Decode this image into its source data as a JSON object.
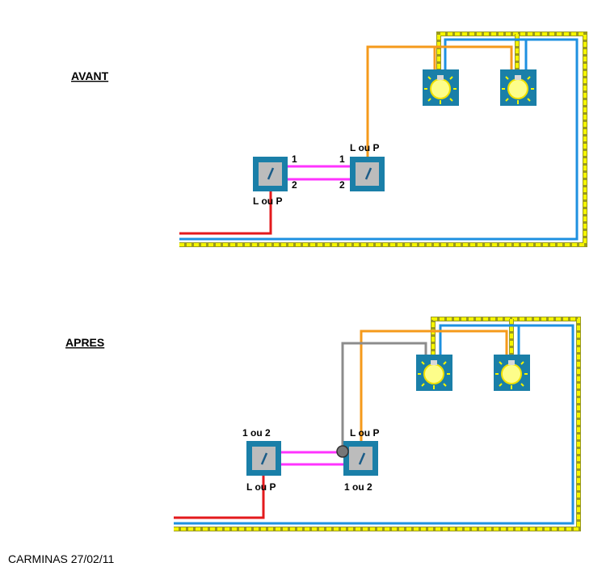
{
  "avant": {
    "title": "AVANT",
    "switch_left_label": "L ou P",
    "switch_right_label": "L ou P",
    "terminal_1_left": "1",
    "terminal_2_left": "2",
    "terminal_1_right": "1",
    "terminal_2_right": "2"
  },
  "apres": {
    "title": "APRES",
    "switch_left_top_label": "1 ou 2",
    "switch_left_bottom_label": "L ou P",
    "switch_right_top_label": "L ou P",
    "switch_right_bottom_label": "1 ou 2"
  },
  "author": "CARMINAS 27/02/11",
  "colors": {
    "phase": "#e31a1c",
    "neutral": "#1e90e0",
    "return": "#f59a1b",
    "traveler": "#ff33ff",
    "earth_yellow": "#f5f500",
    "earth_green": "#9a9a20",
    "grey_wire": "#8c8c8c",
    "box_blue": "#1a7fa8",
    "box_inner": "#bcbcbc"
  },
  "icons": [
    "switch-icon",
    "lamp-icon",
    "junction-dot-icon"
  ]
}
